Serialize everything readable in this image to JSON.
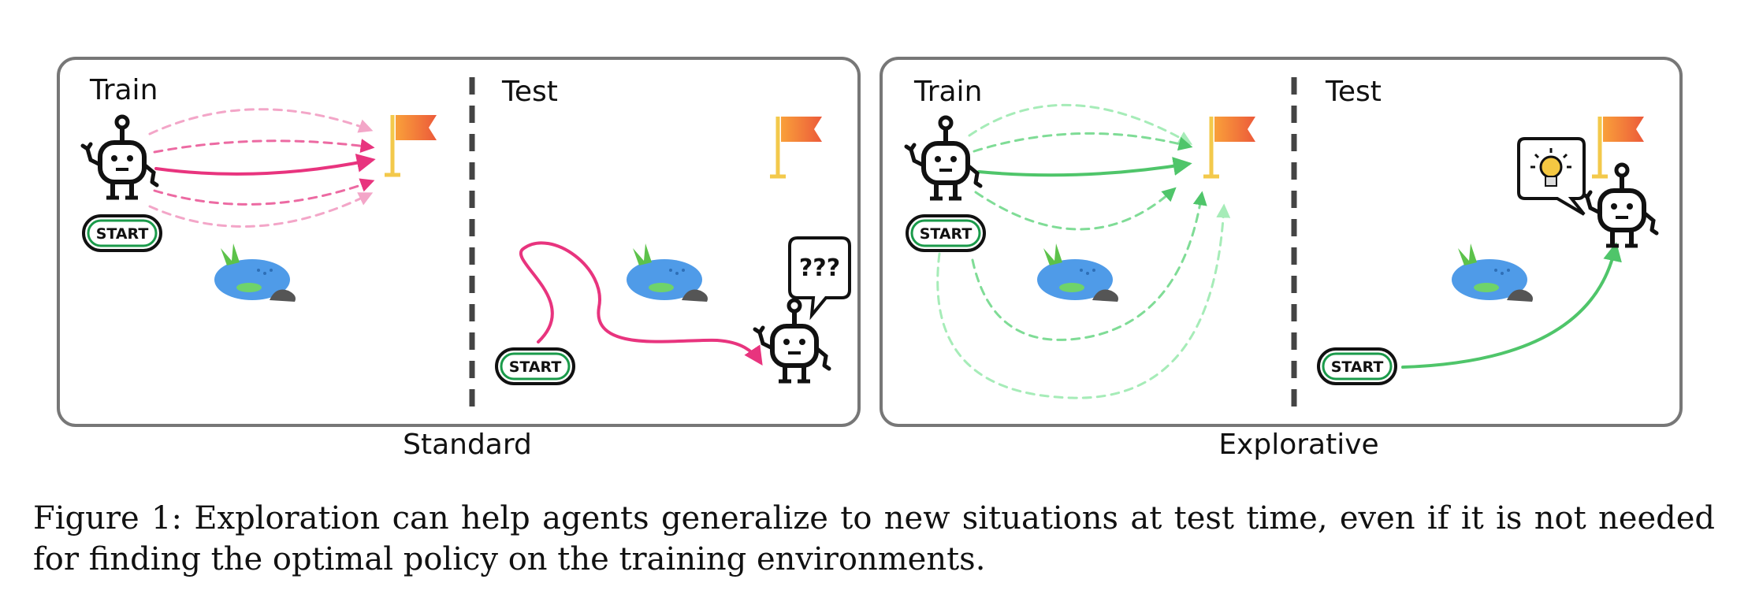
{
  "panels": {
    "standard": {
      "train_label": "Train",
      "test_label": "Test",
      "caption": "Standard"
    },
    "explorative": {
      "train_label": "Train",
      "test_label": "Test",
      "caption": "Explorative"
    }
  },
  "start_label": "START",
  "confused_bubble": "???",
  "caption": "Figure 1: Exploration can help agents generalize to new situations at test time, even if it is not needed for finding the optimal policy on the training environments.",
  "colors": {
    "standard_path": "#e8347e",
    "explorative_path": "#4fc56a",
    "frame": "#777777",
    "divider": "#444444",
    "flag": "#f07a3a",
    "flag_pole": "#f3c94b",
    "pond": "#4f9be8",
    "grass": "#5cc24a",
    "bulb": "#f5c842"
  },
  "icons": [
    "robot-icon",
    "flag-icon",
    "pond-icon",
    "start-pad-icon",
    "speech-bubble-icon",
    "lightbulb-icon"
  ]
}
